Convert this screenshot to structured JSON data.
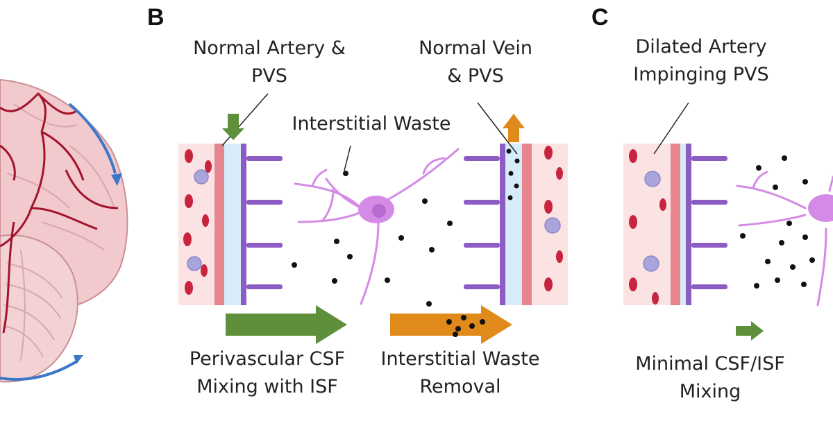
{
  "panels": {
    "b": {
      "letter": "B",
      "labels": {
        "artery_line1": "Normal Artery  &",
        "artery_line2": "PVS",
        "vein_line1": "Normal Vein",
        "vein_line2": "& PVS",
        "waste": "Interstitial Waste",
        "mixing_line1": "Perivascular CSF",
        "mixing_line2": "Mixing with ISF",
        "removal_line1": "Interstitial Waste",
        "removal_line2": "Removal"
      }
    },
    "c": {
      "letter": "C",
      "labels": {
        "dilated_line1": "Dilated Artery",
        "dilated_line2": "Impinging PVS",
        "minimal_line1": "Minimal CSF/ISF",
        "minimal_line2": "Mixing"
      }
    }
  },
  "colors": {
    "brain": "#f2c9cc",
    "brain_vessel": "#a3132a",
    "flow_arrow": "#3b78c9",
    "vessel_bg": "#fbe3e4",
    "endothelium": "#e6878f",
    "pvs": "#d6ecf9",
    "astrocyte": "#8d5bc4",
    "neuron": "#d48be6",
    "csf_arrow": "#5e8f3a",
    "waste_arrow": "#e08a1c",
    "waste_dot": "#111111",
    "rbc": "#c8243d",
    "wbc": "#a9a4dc"
  }
}
